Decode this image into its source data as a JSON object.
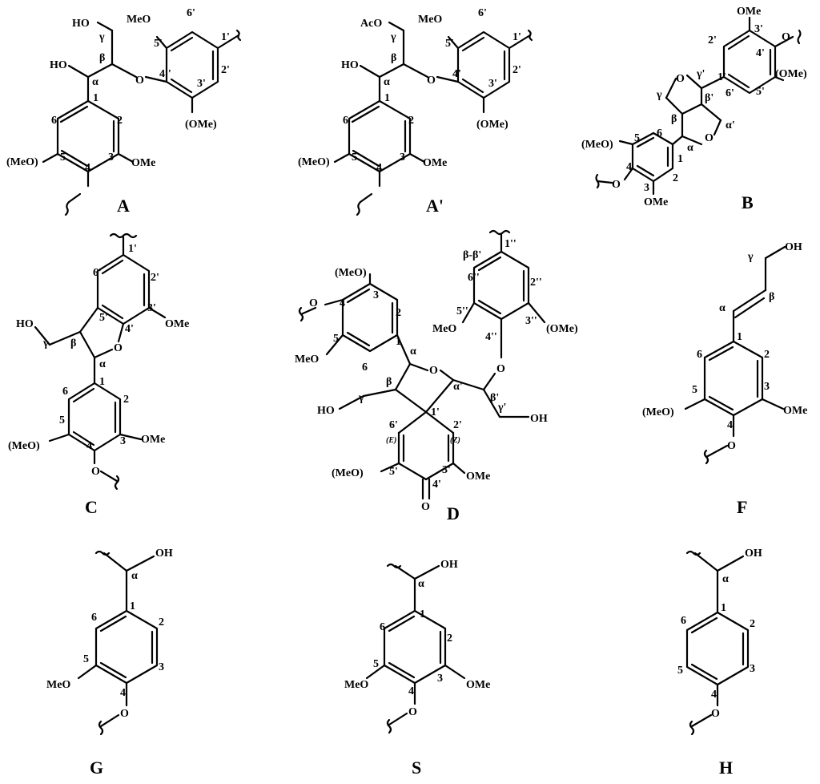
{
  "panels": {
    "A": {
      "label": "A",
      "t": [
        "HO",
        "γ",
        "β",
        "O",
        "HO",
        "α",
        "1",
        "2",
        "3",
        "4",
        "5",
        "6",
        "(MeO)",
        "OMe",
        "MeO",
        "5'",
        "6'",
        "1'",
        "2'",
        "3'",
        "4''",
        "(OMe)"
      ]
    },
    "Ap": {
      "label": "A'",
      "t": [
        "AcO",
        "γ",
        "β",
        "O",
        "HO",
        "α",
        "1",
        "2",
        "3",
        "4",
        "5",
        "6",
        "(MeO)",
        "OMe",
        "MeO",
        "5'",
        "6'",
        "1'",
        "2'",
        "3'",
        "4'",
        "(OMe)"
      ]
    },
    "B": {
      "label": "B",
      "t": [
        "OMe",
        "3'",
        "4'",
        "O",
        "2'",
        "1'",
        "6'",
        "5'",
        "(OMe)",
        "γ'",
        "O",
        "γ",
        "β'",
        "β",
        "α'",
        "O",
        "α",
        "(MeO)",
        "5",
        "6",
        "1",
        "4",
        "O",
        "3",
        "2",
        "OMe"
      ]
    },
    "C": {
      "label": "C",
      "t": [
        "1'",
        "6'",
        "2'",
        "5'",
        "4'",
        "3'",
        "OMe",
        "HO",
        "γ",
        "β",
        "O",
        "α",
        "1",
        "6",
        "2",
        "5",
        "3",
        "4",
        "(MeO)",
        "OMe",
        "O"
      ]
    },
    "D": {
      "label": "D",
      "t": [
        "β-β'",
        "1''",
        "6''",
        "2''",
        "5''",
        "3''",
        "4''",
        "MeO",
        "(OMe)",
        "(MeO)",
        "3",
        "4",
        "2",
        "O",
        "5",
        "1",
        "MeO",
        "6",
        "α",
        "O",
        "α'",
        "β",
        "β'",
        "HO",
        "γ",
        "γ'",
        "OH",
        "1'",
        "6'",
        "2'",
        "(E)",
        "(Z)",
        "(MeO)",
        "5'",
        "3'",
        "OMe",
        "4'",
        "O",
        "O"
      ]
    },
    "F": {
      "label": "F",
      "t": [
        "γ",
        "OH",
        "α",
        "β",
        "1",
        "6",
        "2",
        "5",
        "3",
        "4",
        "(MeO)",
        "OMe",
        "O"
      ]
    },
    "G": {
      "label": "G",
      "t": [
        "OH",
        "α",
        "1",
        "6",
        "2",
        "5",
        "3",
        "4",
        "MeO",
        "O"
      ]
    },
    "S": {
      "label": "S",
      "t": [
        "OH",
        "α",
        "1",
        "6",
        "2",
        "5",
        "3",
        "4",
        "MeO",
        "OMe",
        "O"
      ]
    },
    "H": {
      "label": "H",
      "t": [
        "OH",
        "α",
        "1",
        "6",
        "2",
        "5",
        "3",
        "4",
        "O"
      ]
    }
  }
}
